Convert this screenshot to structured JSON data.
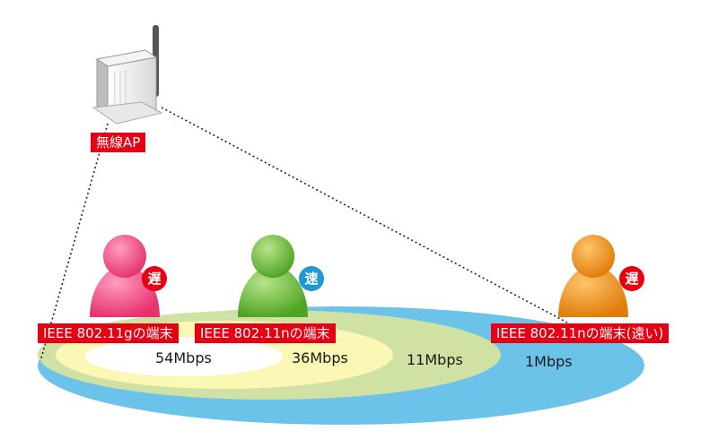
{
  "access_point": {
    "label": "無線AP"
  },
  "terminals": [
    {
      "label": "IEEE 802.11gの端末",
      "badge": "遅",
      "badge_color": "#e60012",
      "figure_color": "#e6336f"
    },
    {
      "label": "IEEE 802.11nの端末",
      "badge": "速",
      "badge_color": "#1d9ad6",
      "figure_color": "#64b72e"
    },
    {
      "label": "IEEE 802.11nの端末(遠い)",
      "badge": "遅",
      "badge_color": "#e60012",
      "figure_color": "#e8840f"
    }
  ],
  "speed_zones": [
    {
      "label": "54Mbps",
      "color": "#ffffff"
    },
    {
      "label": "36Mbps",
      "color": "#fbf7b4"
    },
    {
      "label": "11Mbps",
      "color": "#cfe2a4"
    },
    {
      "label": "1Mbps",
      "color": "#6cc3ea"
    }
  ]
}
